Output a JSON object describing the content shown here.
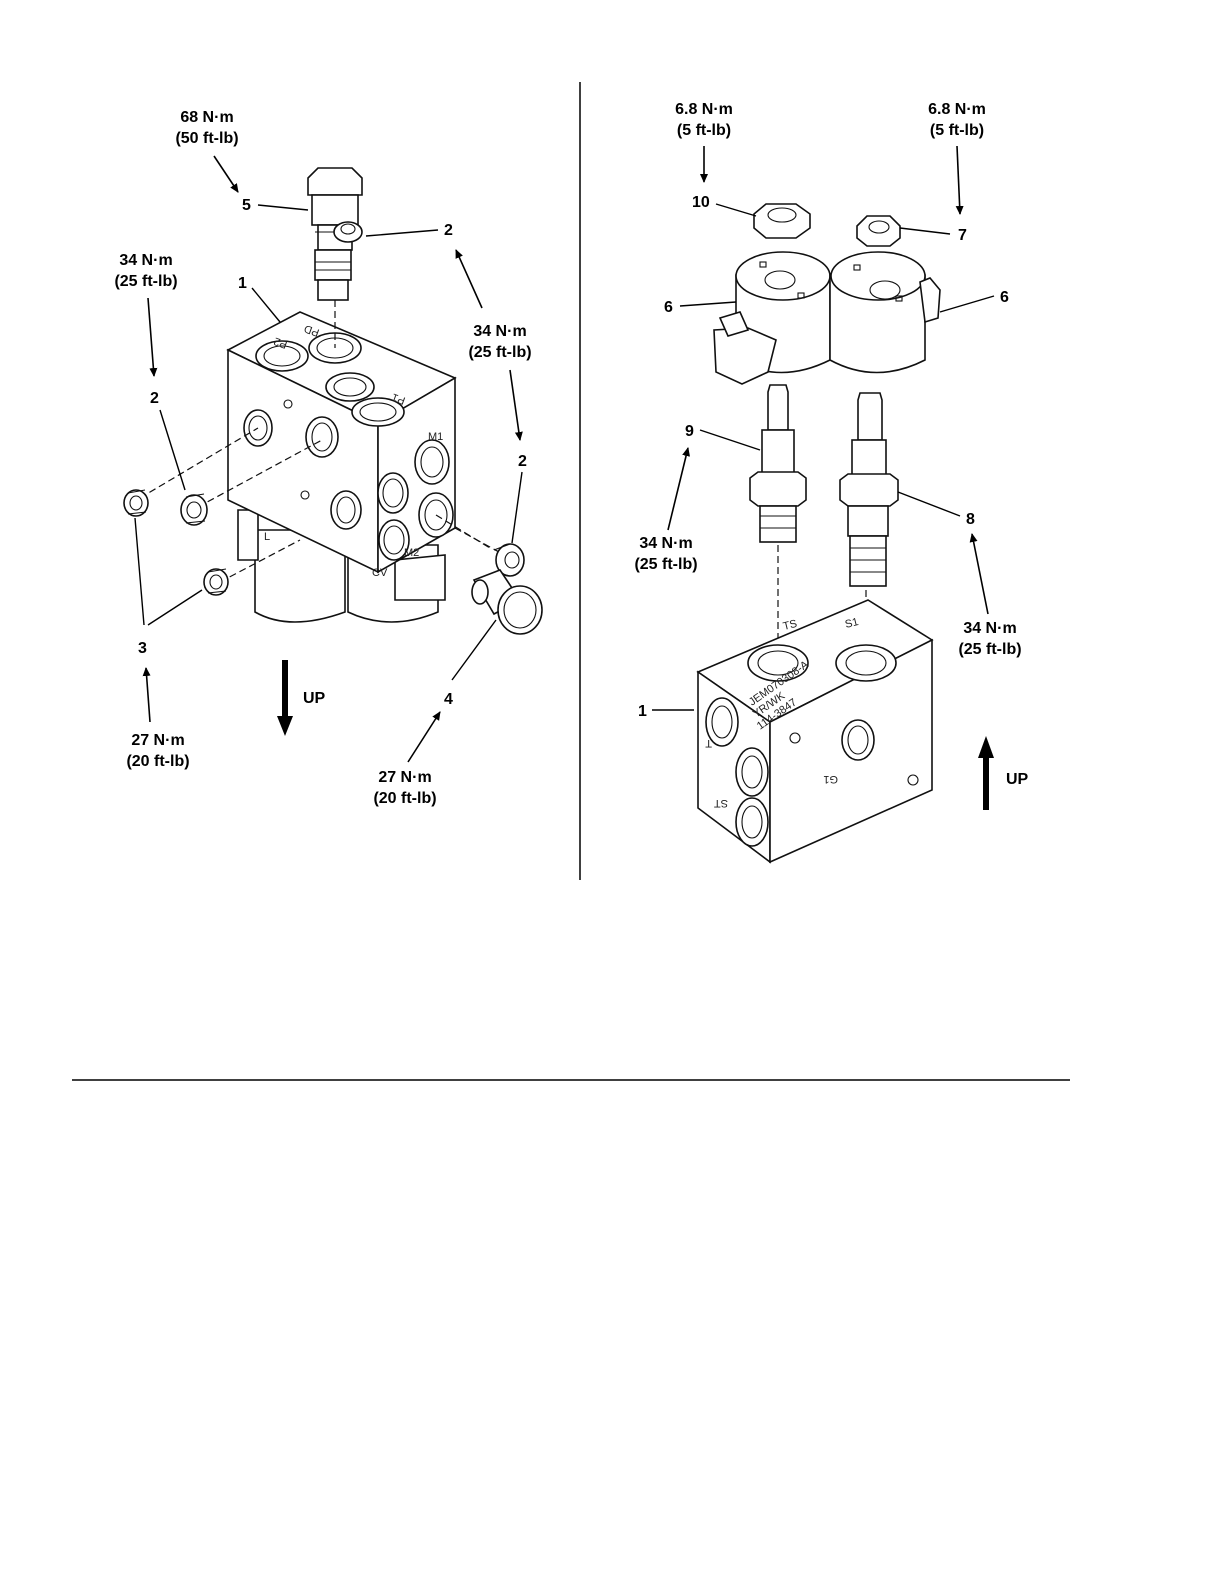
{
  "left": {
    "torque_5": [
      "68 N·m",
      "(50 ft-lb)"
    ],
    "torque_2_left": [
      "34 N·m",
      "(25 ft-lb)"
    ],
    "torque_2_right": [
      "34 N·m",
      "(25 ft-lb)"
    ],
    "torque_3": [
      "27 N·m",
      "(20 ft-lb)"
    ],
    "torque_4": [
      "27 N·m",
      "(20 ft-lb)"
    ],
    "callouts": {
      "c1": "1",
      "c2_top": "2",
      "c2_left": "2",
      "c2_right": "2",
      "c3": "3",
      "c4": "4",
      "c5": "5"
    },
    "ports": {
      "p2": "P2",
      "pd": "PD",
      "p1": "P1",
      "m1": "M1",
      "m2": "M2",
      "cv": "CV",
      "l": "L"
    },
    "up_label": "UP"
  },
  "right": {
    "torque_10": [
      "6.8 N·m",
      "(5 ft-lb)"
    ],
    "torque_7": [
      "6.8 N·m",
      "(5 ft-lb)"
    ],
    "torque_9": [
      "34 N·m",
      "(25 ft-lb)"
    ],
    "torque_8": [
      "34 N·m",
      "(25 ft-lb)"
    ],
    "callouts": {
      "c10": "10",
      "c7": "7",
      "c6_left": "6",
      "c6_right": "6",
      "c9": "9",
      "c8": "8",
      "c1": "1"
    },
    "ports": {
      "ts": "TS",
      "s1": "S1",
      "g1": "G1",
      "t": "T",
      "st": "ST"
    },
    "block_marking": [
      "JEM070308-A",
      "YR/WK",
      "114-3847"
    ],
    "up_label": "UP"
  },
  "icons": {
    "up_arrow_left": "arrow-down-icon",
    "up_arrow_right": "arrow-up-icon"
  }
}
